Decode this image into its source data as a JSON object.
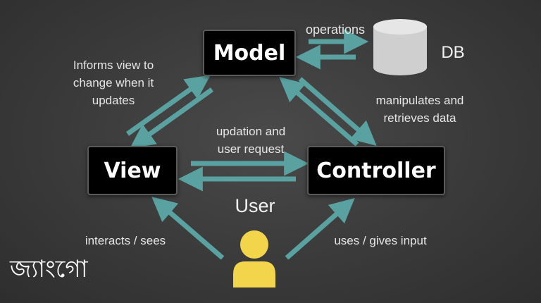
{
  "nodes": {
    "model": "Model",
    "view": "View",
    "controller": "Controller",
    "db": "DB",
    "user": "User"
  },
  "labels": {
    "informs": "Informs view to\nchange when it\nupdates",
    "operations": "operations",
    "manipulates": "manipulates and\nretrieves data",
    "updation": "updation and\nuser request",
    "interacts": "interacts / sees",
    "uses": "uses / gives input"
  },
  "logo_text": "জ্যাংগো",
  "icons": [
    "database-icon",
    "user-icon"
  ],
  "colors": {
    "arrow": "#5aa2a2",
    "box": "#000000",
    "user_icon": "#f2d54a",
    "db": "#d8d8d8"
  }
}
